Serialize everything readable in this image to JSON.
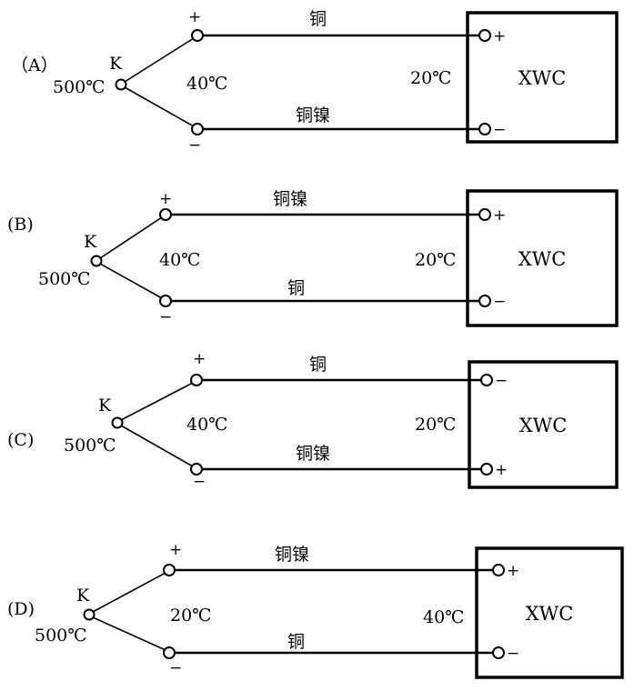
{
  "title": "K-type thermocouple wiring options to XWC instrument",
  "colors": {
    "line": "#000000",
    "background": "#ffffff"
  },
  "panels": [
    {
      "id": "A",
      "label": "（A）",
      "sensor": "K",
      "hot_temp": "500℃",
      "junction_temp": "40℃",
      "ref_temp": "20℃",
      "plus_sign": "+",
      "minus_sign": "−",
      "top_wire": "铜",
      "bottom_wire": "铜镍",
      "instrument": "XWC",
      "inst_top_sign": "+",
      "inst_bottom_sign": "−"
    },
    {
      "id": "B",
      "label": "(B)",
      "sensor": "K",
      "hot_temp": "500℃",
      "junction_temp": "40℃",
      "ref_temp": "20℃",
      "plus_sign": "+",
      "minus_sign": "−",
      "top_wire": "铜镍",
      "bottom_wire": "铜",
      "instrument": "XWC",
      "inst_top_sign": "+",
      "inst_bottom_sign": "−"
    },
    {
      "id": "C",
      "label": "(C)",
      "sensor": "K",
      "hot_temp": "500℃",
      "junction_temp": "40℃",
      "ref_temp": "20℃",
      "plus_sign": "+",
      "minus_sign": "−",
      "top_wire": "铜",
      "bottom_wire": "铜镍",
      "instrument": "XWC",
      "inst_top_sign": "−",
      "inst_bottom_sign": "+"
    },
    {
      "id": "D",
      "label": "(D)",
      "sensor": "K",
      "hot_temp": "500℃",
      "junction_temp": "20℃",
      "ref_temp": "40℃",
      "plus_sign": "+",
      "minus_sign": "−",
      "top_wire": "铜镍",
      "bottom_wire": "铜",
      "instrument": "XWC",
      "inst_top_sign": "+",
      "inst_bottom_sign": "−"
    }
  ]
}
